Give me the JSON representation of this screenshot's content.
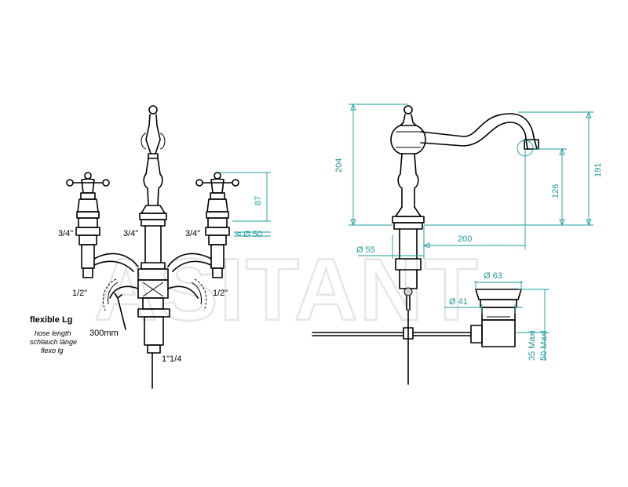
{
  "watermark": "ASITANT",
  "front_view": {
    "thread_left": "3/4\"",
    "thread_center": "3/4\"",
    "thread_right": "3/4\"",
    "connection_left": "1/2\"",
    "connection_right": "1/2\"",
    "waste_thread": "1\"1/4",
    "hose_length": "300mm",
    "hose_label": {
      "title": "flexible Lg",
      "en": "hose length",
      "de": "schlauch länge",
      "fr": "flexo lg"
    },
    "dim_handle_height": "87",
    "dim_handle_diameter": "Ø 50"
  },
  "side_view": {
    "dim_total_height": "204",
    "dim_spout_outlet_height": "126",
    "dim_spout_top_height": "191",
    "dim_spout_reach": "200",
    "dim_base_diameter": "Ø 55",
    "dim_waste_top_diameter": "Ø 63",
    "dim_waste_diameter": "Ø 41",
    "dim_waste_max_35": "35 Maxi",
    "dim_waste_max_50": "50 Maxi"
  },
  "colors": {
    "dimension": "#1f9a9a",
    "line": "#000000",
    "watermark": "#e6e6e6"
  }
}
